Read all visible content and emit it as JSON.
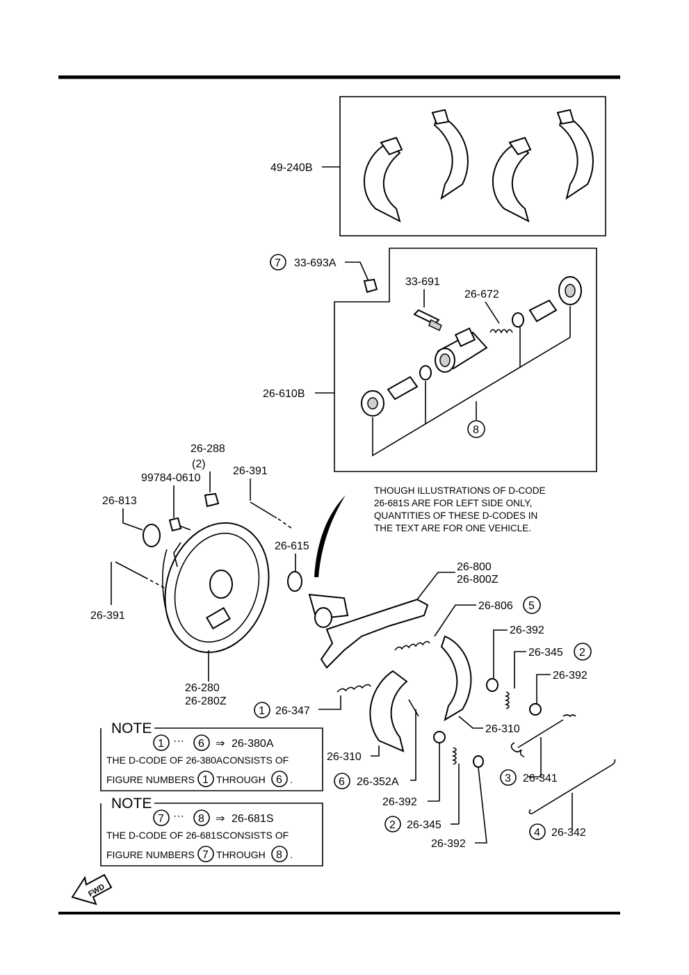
{
  "parts": {
    "shoe_set": "49-240B",
    "bleeder_cap": "33-693A",
    "bleeder_screw": "33-691",
    "wheel_cyl_spring": "26-672",
    "wheel_cyl_kit": "26-610B",
    "plug_a": "26-288",
    "plug_a_qty": "(2)",
    "bolt": "99784-0610",
    "pin_upper": "26-391",
    "grommet": "26-813",
    "pin_lower": "26-391",
    "wheel_cyl_boot": "26-615",
    "backing_plate_1": "26-280",
    "backing_plate_2": "26-280Z",
    "lever_1": "26-800",
    "lever_2": "26-800Z",
    "spring_806": "26-806",
    "cup_392_a": "26-392",
    "spring_345_a": "26-345",
    "cup_392_b": "26-392",
    "spring_347": "26-347",
    "shoe_310_right": "26-310",
    "shoe_310_left": "26-310",
    "spring_341": "26-341",
    "pin_352a": "26-352A",
    "cup_392_c": "26-392",
    "spring_345_b": "26-345",
    "cup_392_d": "26-392",
    "spring_342": "26-342"
  },
  "figure_numbers": {
    "n1": "1",
    "n2": "2",
    "n3": "3",
    "n4": "4",
    "n5": "5",
    "n6": "6",
    "n7": "7",
    "n8": "8"
  },
  "disclaimer": [
    "THOUGH ILLUSTRATIONS OF D-CODE",
    "26-681S ARE FOR LEFT SIDE ONLY,",
    "QUANTITIES OF THESE D-CODES IN",
    "THE TEXT ARE FOR ONE VEHICLE."
  ],
  "notes": [
    {
      "title": "NOTE",
      "from": "1",
      "to": "6",
      "dots": "···",
      "arrow": "⇒",
      "code": "26-380A",
      "line2": "THE D-CODE OF  26-380ACONSISTS OF",
      "line3_pre": "FIGURE NUMBERS",
      "line3_mid": "THROUGH",
      "line3_end": "."
    },
    {
      "title": "NOTE",
      "from": "7",
      "to": "8",
      "dots": "···",
      "arrow": "⇒",
      "code": "26-681S",
      "line2": "THE D-CODE OF  26-681SCONSISTS OF",
      "line3_pre": "FIGURE NUMBERS",
      "line3_mid": "THROUGH",
      "line3_end": "."
    }
  ],
  "fwd_label": "FWD"
}
